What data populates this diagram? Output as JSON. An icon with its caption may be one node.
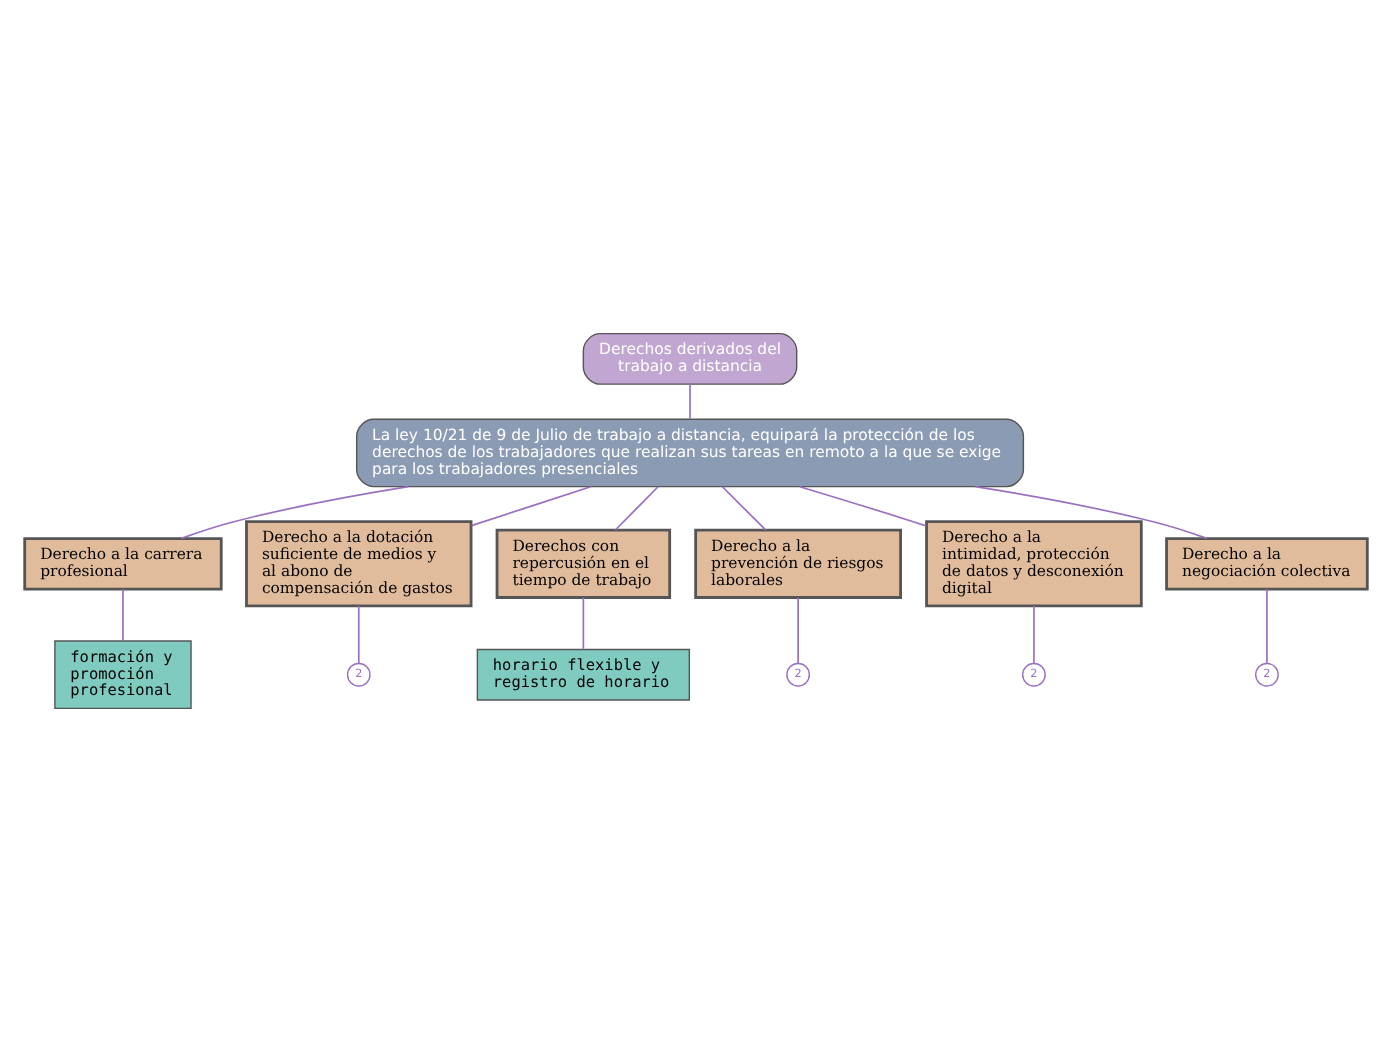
{
  "diagram": {
    "nodes": [
      {
        "text": [
          "Derechos derivados del trabajo a distancia"
        ]
      },
      {
        "text": [
          "La ley 10/21 de 9 de Julio de trabajo a distancia, equipará la protección de los derechos de los trabajadores que realizan sus tareas en remoto a la que se exige para los trabajadores presenciales"
        ]
      },
      {
        "text": [
          "Derecho a la carrera profesional"
        ]
      },
      {
        "text": [
          "Derecho a la dotación suficiente de medios y al abono de compensación de gastos"
        ]
      },
      {
        "text": [
          "Derechos con repercusión en el tiempo de trabajo"
        ]
      },
      {
        "text": [
          "Derecho a la prevención de riesgos laborales"
        ]
      },
      {
        "text": [
          "Derecho a la intimidad, protección de datos y desconexión digital"
        ]
      },
      {
        "text": [
          "Derecho a la negociación colectiva"
        ]
      },
      {
        "text": [
          "formación y promoción profesional"
        ]
      },
      {
        "text": [
          "horario flexible y registro de horario"
        ]
      },
      {
        "text": [
          "2"
        ]
      },
      {
        "text": [
          "2"
        ]
      },
      {
        "text": [
          "2"
        ]
      },
      {
        "text": [
          "2"
        ]
      }
    ],
    "edges": [
      {
        "from": 0,
        "to": 1,
        "arrow": "none"
      },
      {
        "from": 1,
        "to": 2,
        "arrow": "none"
      },
      {
        "from": 1,
        "to": 3,
        "arrow": "none"
      },
      {
        "from": 1,
        "to": 4,
        "arrow": "none"
      },
      {
        "from": 1,
        "to": 5,
        "arrow": "none"
      },
      {
        "from": 1,
        "to": 6,
        "arrow": "none"
      },
      {
        "from": 1,
        "to": 7,
        "arrow": "none"
      },
      {
        "from": 2,
        "to": 8,
        "arrow": "none"
      },
      {
        "from": 4,
        "to": 9,
        "arrow": "none"
      },
      {
        "from": 3,
        "to": 10,
        "arrow": "none"
      },
      {
        "from": 5,
        "to": 11,
        "arrow": "none"
      },
      {
        "from": 6,
        "to": 12,
        "arrow": "none"
      },
      {
        "from": 7,
        "to": 13,
        "arrow": "none"
      }
    ]
  }
}
